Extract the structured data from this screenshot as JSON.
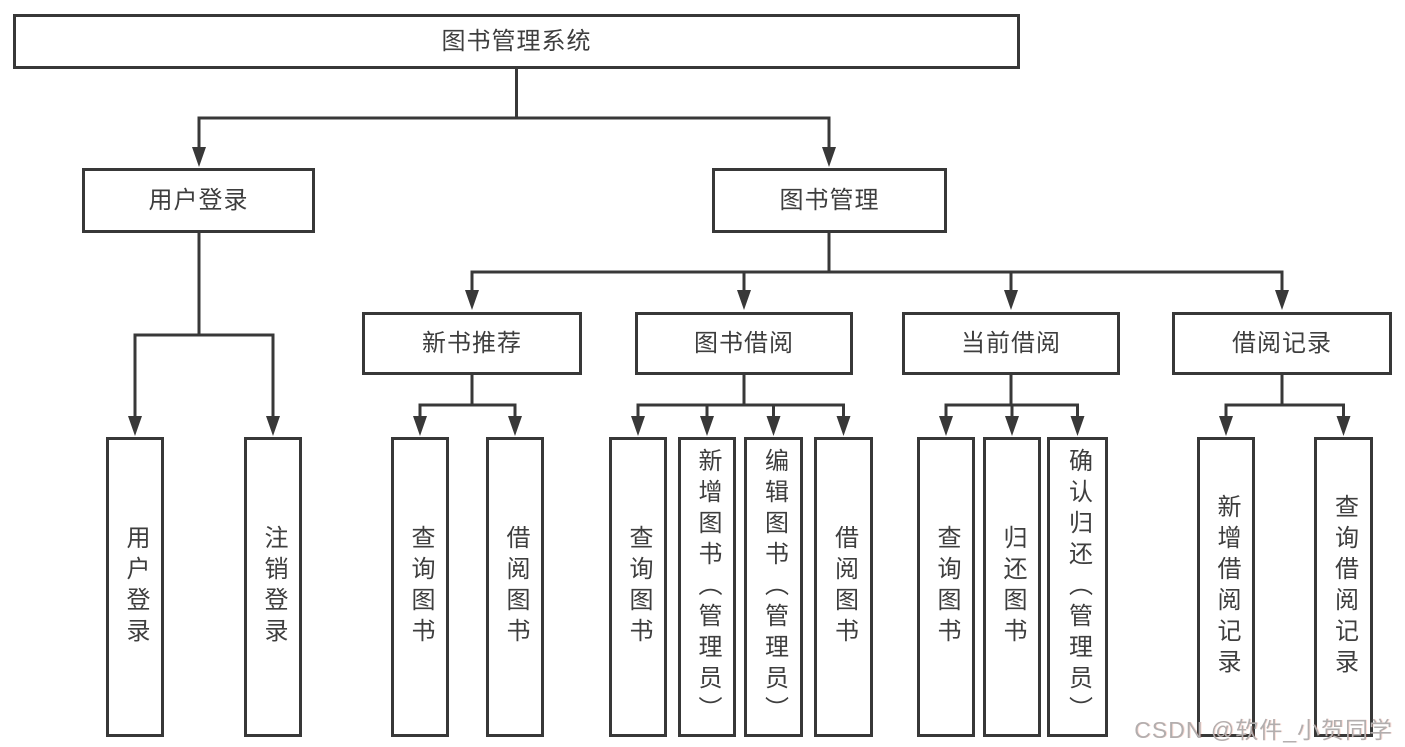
{
  "nodes": {
    "root": "图书管理系统",
    "user_login": "用户登录",
    "book_mgmt": "图书管理",
    "new_book_rec": "新书推荐",
    "book_borrow": "图书借阅",
    "current_borrow": "当前借阅",
    "borrow_record": "借阅记录",
    "leaf_user_login": "用户登录",
    "leaf_logout": "注销登录",
    "leaf_query_book_a": "查询图书",
    "leaf_borrow_book_a": "借阅图书",
    "leaf_query_book_b": "查询图书",
    "leaf_add_book": "新增图书（管理员）",
    "leaf_edit_book": "编辑图书（管理员）",
    "leaf_borrow_book_b": "借阅图书",
    "leaf_query_book_c": "查询图书",
    "leaf_return_book": "归还图书",
    "leaf_confirm_return": "确认归还（管理员）",
    "leaf_add_record": "新增借阅记录",
    "leaf_query_record": "查询借阅记录"
  },
  "watermark": "CSDN @软件_小贺同学",
  "colors": {
    "line": "#383838",
    "box_border": "#383838",
    "text": "#3e3e3e",
    "background": "#ffffff",
    "watermark": "#b2aeae"
  }
}
